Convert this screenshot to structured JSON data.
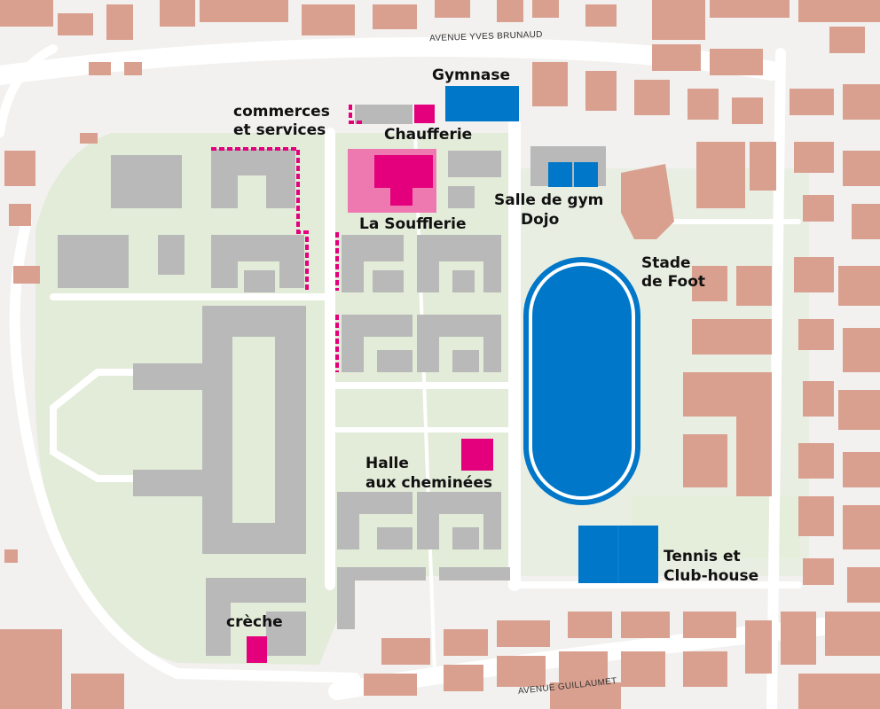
{
  "streets": {
    "north": "AVENUE YVES BRUNAUD",
    "south": "AVENUE GUILLAUMET"
  },
  "labels": {
    "gymnase": "Gymnase",
    "commerces_1": "commerces",
    "commerces_2": "et services",
    "chaufferie": "Chaufferie",
    "salle_1": "Salle de gym",
    "salle_2": "Dojo",
    "soufflerie": "La Soufflerie",
    "stade_1": "Stade",
    "stade_2": "de Foot",
    "halle_1": "Halle",
    "halle_2": "aux cheminées",
    "tennis_1": "Tennis et",
    "tennis_2": "Club-house",
    "creche": "crèche"
  },
  "colors": {
    "background": "#f2f1ef",
    "green_space": "#e3ecd9",
    "road": "#ffffff",
    "neighbour_building": "#d9a08f",
    "site_building": "#b9b9b9",
    "sport_facility": "#0077c8",
    "public_facility": "#e4007c",
    "soufflerie_area": "#ee79b0"
  }
}
